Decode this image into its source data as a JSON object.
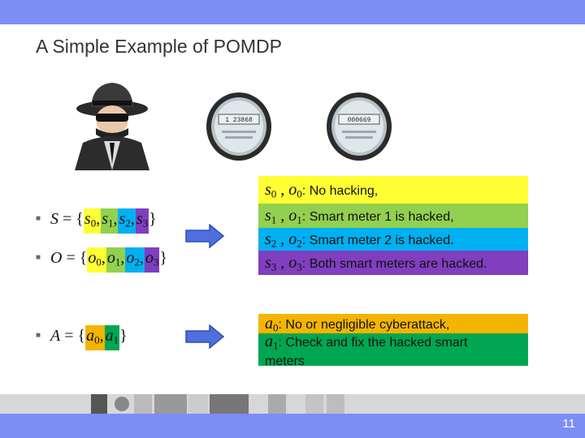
{
  "slide": {
    "title": "A Simple Example of POMDP",
    "page_number": "11"
  },
  "sets": {
    "S_label": "S",
    "S_items": [
      {
        "sym": "s",
        "sub": "0",
        "color": "#ffff33"
      },
      {
        "sym": "s",
        "sub": "1",
        "color": "#92d050"
      },
      {
        "sym": "s",
        "sub": "2",
        "color": "#00b0f0"
      },
      {
        "sym": "s",
        "sub": "3",
        "color": "#7f3fbf"
      }
    ],
    "O_label": "O",
    "O_items": [
      {
        "sym": "o",
        "sub": "0",
        "color": "#ffff33"
      },
      {
        "sym": "o",
        "sub": "1",
        "color": "#92d050"
      },
      {
        "sym": "o",
        "sub": "2",
        "color": "#00b0f0"
      },
      {
        "sym": "o",
        "sub": "3",
        "color": "#7f3fbf"
      }
    ],
    "A_label": "A",
    "A_items": [
      {
        "sym": "a",
        "sub": "0",
        "color": "#f4b400"
      },
      {
        "sym": "a",
        "sub": "1",
        "color": "#00a651"
      }
    ]
  },
  "states": [
    {
      "s": "0",
      "o": "0",
      "text": ": No hacking,",
      "color": "#ffff33"
    },
    {
      "s": "1",
      "o": "1",
      "text": ":  Smart meter 1 is hacked,",
      "color": "#92d050"
    },
    {
      "s": "2",
      "o": "2",
      "text": ":  Smart meter 2 is  hacked.",
      "color": "#00b0f0"
    },
    {
      "s": "3",
      "o": "3",
      "text": ":  Both smart meters are hacked.",
      "color": "#7f3fbf"
    }
  ],
  "actions": [
    {
      "a": "0",
      "text": ": No or negligible cyberattack,",
      "color": "#f4b400"
    },
    {
      "a": "1",
      "text": ": Check and fix the hacked smart meters",
      "color": "#00a651"
    }
  ],
  "meters": [
    {
      "display": "1 23868"
    },
    {
      "display": "000669"
    }
  ]
}
